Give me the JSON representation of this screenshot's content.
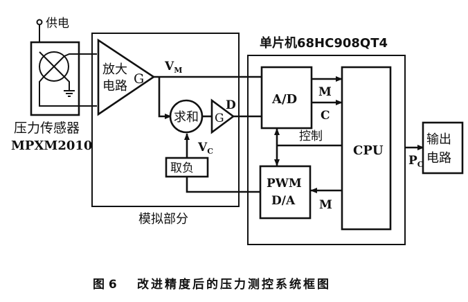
{
  "diagram": {
    "power_label": "供电",
    "sensor": {
      "label_cn": "压力传感器",
      "label_model": "MPXM2010"
    },
    "amplifier": {
      "line1": "放大",
      "line2": "电路",
      "gain": "G"
    },
    "vm_label": {
      "main": "V",
      "sub": "M"
    },
    "sum_label": "求和",
    "gain2": {
      "gain": "G",
      "output": "D"
    },
    "vc_label": {
      "main": "V",
      "sub": "C"
    },
    "negate_label": "取负",
    "analog_section_label": "模拟部分",
    "mcu_label": "单片机68HC908QT4",
    "adc_label": "A/D",
    "m_label_top": "M",
    "c_label": "C",
    "control_label": "控制",
    "cpu_label": "CPU",
    "pwm": {
      "line1": "PWM",
      "line2": "D/A"
    },
    "m_label_bottom": "M",
    "pc_label": {
      "main": "P",
      "sub": "C"
    },
    "output": {
      "line1": "输出",
      "line2": "电路"
    },
    "caption": {
      "figure": "图 6",
      "title": "改进精度后的压力测控系统框图"
    }
  }
}
